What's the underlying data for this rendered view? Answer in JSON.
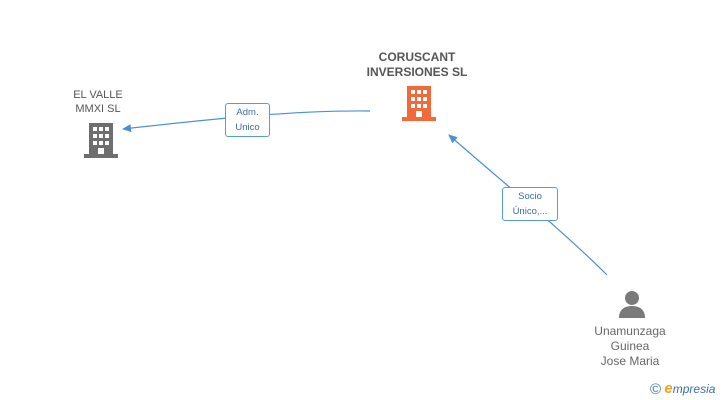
{
  "nodes": {
    "coruscant": {
      "line1": "CORUSCANT",
      "line2": "INVERSIONES SL",
      "icon": "building-icon",
      "color": "#f26a3a"
    },
    "el_valle": {
      "line1": "EL VALLE",
      "line2": "MMXI SL",
      "icon": "building-icon",
      "color": "#6e6e6e"
    },
    "person": {
      "line1": "Unamunzaga",
      "line2": "Guinea",
      "line3": "Jose Maria",
      "icon": "person-icon",
      "color": "#7a7a7a"
    }
  },
  "edges": {
    "adm": {
      "line1": "Adm.",
      "line2": "Unico"
    },
    "socio": {
      "line1": "Socio",
      "line2": "Único,..."
    }
  },
  "colors": {
    "edge": "#4a8fd8",
    "edge_label_border": "#5b9bd5"
  },
  "brand": {
    "copyright": "©",
    "e_letter": "e",
    "rest": "mpresia"
  }
}
